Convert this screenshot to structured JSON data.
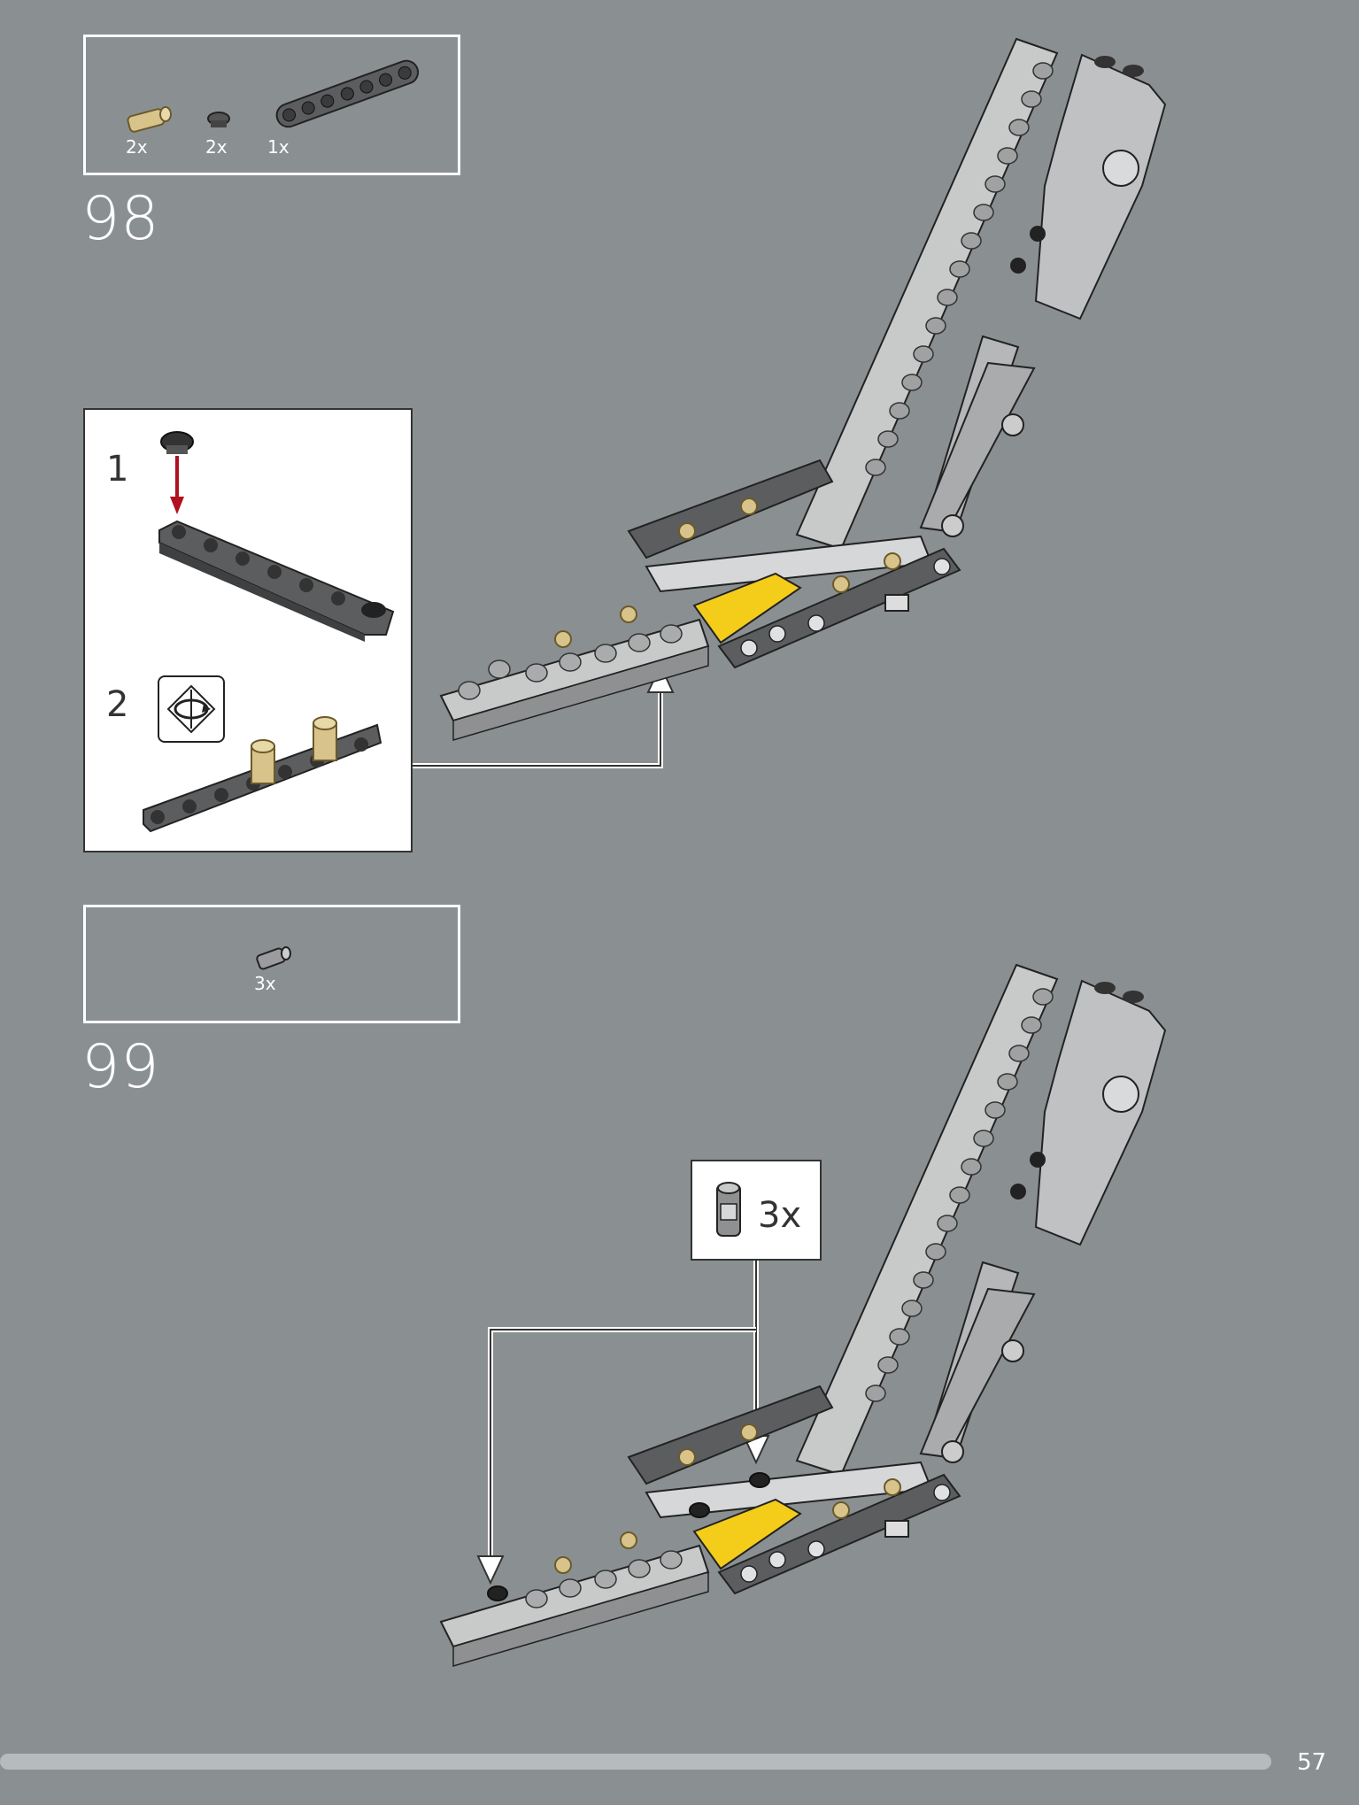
{
  "page": {
    "number": "57",
    "background": "#8a9092",
    "progress": 0.94
  },
  "steps": [
    {
      "number": "98",
      "parts": [
        {
          "icon": "axle-pin-tan-icon",
          "qty": "2x"
        },
        {
          "icon": "round-tile-dark-icon",
          "qty": "2x"
        },
        {
          "icon": "technic-beam-7-dark-gray-icon",
          "qty": "1x"
        }
      ],
      "subassembly": {
        "substeps": [
          {
            "number": "1"
          },
          {
            "number": "2",
            "icon": "rotate-model-icon"
          }
        ]
      }
    },
    {
      "number": "99",
      "parts": [
        {
          "icon": "pin-connector-gray-icon",
          "qty": "3x"
        }
      ],
      "callout": {
        "icon": "pin-connector-gray-icon",
        "qty": "3x"
      }
    }
  ],
  "colors": {
    "light_gray": "#c8c9c9",
    "mid_gray": "#a9abac",
    "dark_gray": "#5b5d5f",
    "yellow": "#f4cc1a",
    "tan": "#d8c48a",
    "accent_red": "#b01020"
  }
}
